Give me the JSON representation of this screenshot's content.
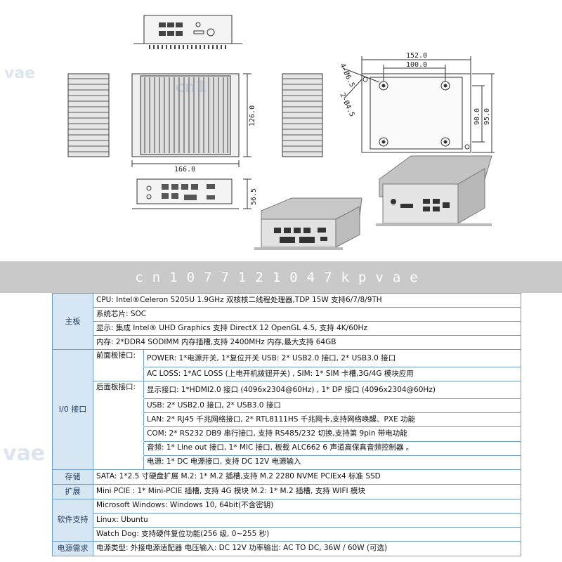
{
  "drawing": {
    "dim_width_top": "152.0",
    "dim_width_inner": "100.0",
    "dim_hole4": "4-Ø6.5",
    "dim_hole2": "2-Ø4.5",
    "dim_depth_outer": "95.0",
    "dim_depth_inner": "90.0",
    "dim_side_height": "126.0",
    "dim_length": "166.0",
    "dim_height": "56.5"
  },
  "banner": {
    "text": "cn1077121047kpvae"
  },
  "watermarks": [
    "cn1",
    "vae",
    "vae"
  ],
  "rows": [
    {
      "cat": "主板",
      "cells": [
        "CPU:  Intel®Celeron 5205U 1.9GHz 双核核二线程处理器,TDP 15W   支持6/7/8/9TH"
      ]
    },
    {
      "cells": [
        "系统芯片:   SOC"
      ]
    },
    {
      "cells": [
        "显示:   集成 Intel® UHD Graphics  支持 DirectX 12 OpenGL 4.5,  支持 4K/60Hz"
      ]
    },
    {
      "cells": [
        "内存:  2*DDR4   SODIMM 内存插槽,支持 2400MHz 内存,最大支持 64GB"
      ]
    },
    {
      "cat": "I/0 接口",
      "group": "前面板接口:",
      "cells": [
        "POWER:  1*电源开关,  1*复位开关     USB:   2* USB2.0 接口,  2* USB3.0 接口"
      ]
    },
    {
      "cells": [
        "AC LOSS:  1*AC LOSS (上电开机拨钮开关) ,   SIM:     1* SIM 卡槽,3G/4G 模块应用"
      ]
    },
    {
      "group": "后面板接口:",
      "cells": [
        "显示接口:  1*HDMI2.0 接口  (4096x2304@60Hz)  ,  1* DP 接口  (4096x2304@60Hz)"
      ]
    },
    {
      "cells": [
        "USB:  2* USB2.0 接口,  2* USB3.0 接口"
      ]
    },
    {
      "cells": [
        "LAN:  2* RJ45 千兆网络接口,      2* RTL8111HS 千兆网卡,支持网络唤醒、PXE 功能"
      ]
    },
    {
      "cells": [
        "COM:  2* RS232 DB9 串行接口,  支持 RS485/232 切换,支持第 9pin 带电功能"
      ]
    },
    {
      "cells": [
        "音频:  1* Line out 接口,  1* MIC 接口,  板载 ALC662 6 声道高保真音频控制器  。"
      ]
    },
    {
      "cells": [
        "电源:  1* DC 电源接口,  支持 DC 12V 电源输入"
      ]
    },
    {
      "cat": "存储",
      "cells": [
        "SATA:  1*2.5 寸硬盘扩展              M.2:  1* M.2 插槽,支持 M.2 2280 NVME PCIEx4  标准 SSD"
      ]
    },
    {
      "cat": "扩展",
      "cells": [
        "Mini PCIE :  1* Mini-PCIE 插槽,  支持 4G 模块           M.2:  1* M.2 插槽,  支持 WIFI 模块"
      ]
    },
    {
      "cat": "软件支持",
      "cells": [
        "Microsoft Windows:  Windows 10,  64bit(不含密钥)"
      ]
    },
    {
      "cells": [
        "Linux:  Ubuntu"
      ]
    },
    {
      "cells": [
        "Watch Dog:  支持硬件复位功能(256 级,  0~255 秒)"
      ]
    },
    {
      "cat": "电源需求",
      "cells": [
        "电源类型:  外接电源适配器        电压输入:  DC 12V      功率输出:  AC TO DC,  36W / 60W  (可选)"
      ]
    }
  ]
}
